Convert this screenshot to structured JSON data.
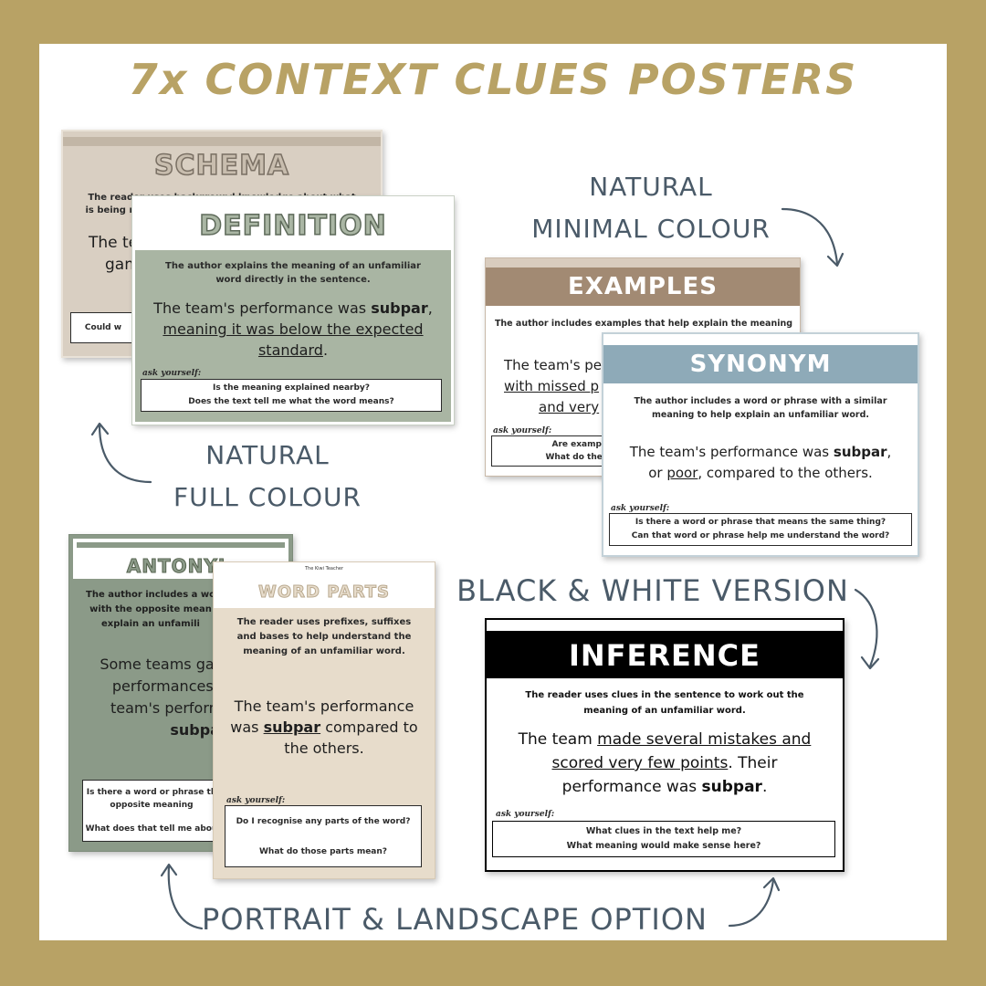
{
  "title": "7x CONTEXT CLUES POSTERS",
  "labels": {
    "natural_minimal_line1": "NATURAL",
    "natural_minimal_line2": "MINIMAL COLOUR",
    "natural_full_line1": "NATURAL",
    "natural_full_line2": "FULL COLOUR",
    "bw_version": "BLACK & WHITE VERSION",
    "portrait_landscape": "PORTRAIT & LANDSCAPE OPTION"
  },
  "ask_label": "ask yourself:",
  "posters": {
    "schema": {
      "heading": "SCHEMA",
      "desc": "The reader uses background knowledge about what is being read to help understand an unfamiliar word.",
      "example_start": "The te",
      "example_end": "gam",
      "question": "Could w"
    },
    "definition": {
      "heading": "DEFINITION",
      "desc": "The author explains the meaning of an unfamiliar word directly in the sentence.",
      "ex_a": "The team's performance was ",
      "ex_bold": "subpar",
      "ex_b": ",",
      "ex_underlined": "meaning it was below the expected standard",
      "ex_c": ".",
      "q1": "Is the meaning explained nearby?",
      "q2": "Does the text tell me what the word means?"
    },
    "examples": {
      "heading": "EXAMPLES",
      "desc": "The author includes examples that help explain the meaning of",
      "ex_line1": "The team's pe",
      "ex_line2": "with missed p",
      "ex_line3": "and very",
      "q1": "Are examples",
      "q2": "What do these e"
    },
    "synonym": {
      "heading": "SYNONYM",
      "desc": "The author includes a word or phrase with a similar meaning to help explain an unfamiliar word.",
      "ex_a": "The team's performance was ",
      "ex_bold": "subpar",
      "ex_b": ",",
      "ex_c": "or ",
      "ex_underlined": "poor",
      "ex_d": ", compared to the others.",
      "q1": "Is there a word or phrase that means the same thing?",
      "q2": "Can that word or phrase help me understand the word?"
    },
    "antonym": {
      "heading": "ANTONYI",
      "desc": "The author includes a wo with the opposite mean explain an unfamili",
      "ex_line1": "Some teams gave",
      "ex_line2": "performances, b",
      "ex_line3": "team's performa",
      "ex_bold": "subpar",
      "ex_end": ".",
      "q1": "Is there a word or phrase th opposite meaning",
      "q2": "What does that tell me abou"
    },
    "word_parts": {
      "heading": "WORD PARTS",
      "credit": "The Kiwi Teacher",
      "desc": "The reader uses prefixes, suffixes and bases to help understand the meaning of an unfamiliar word.",
      "ex_a": "The team's performance was ",
      "ex_bold": "subpar",
      "ex_b": " compared to the others.",
      "q1": "Do I recognise any parts of the word?",
      "q2": "What do those parts mean?"
    },
    "inference": {
      "heading": "INFERENCE",
      "desc": "The reader uses clues in the sentence to work out the meaning of an unfamiliar word.",
      "ex_a": "The team ",
      "ex_underlined": "made several mistakes and scored very few points",
      "ex_b": ". Their performance was ",
      "ex_bold": "subpar",
      "ex_c": ".",
      "q1": "What clues in the text help me?",
      "q2": "What meaning would make sense here?"
    }
  },
  "colors": {
    "outer_border": "#b8a265",
    "title": "#b8a265",
    "label_text": "#4a5a68",
    "schema_bg": "#d9cfc2",
    "definition_bg": "#a9b5a3",
    "examples_head": "#a28a73",
    "synonym_head": "#8eaab8",
    "antonym_bg": "#8b9a88",
    "word_parts_bg": "#e7dccb",
    "inference_head": "#000000"
  }
}
